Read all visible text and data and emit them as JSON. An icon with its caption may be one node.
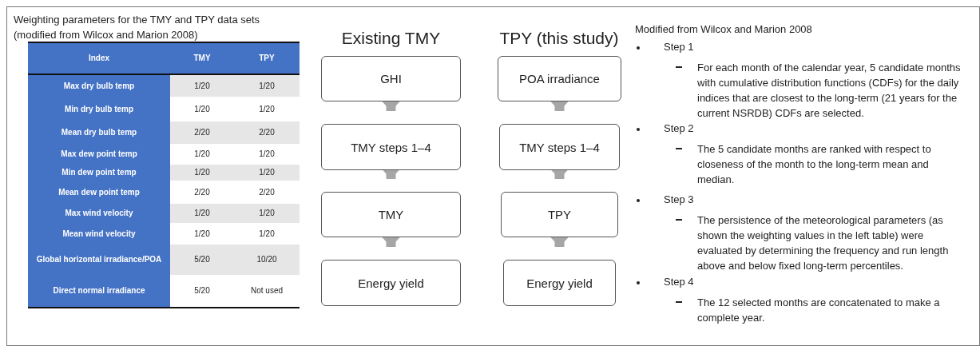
{
  "diagram": {
    "nodes": [
      {
        "text": [
          "GHI"
        ]
      },
      {
        "text": [
          "TMY steps 1–4"
        ]
      },
      {
        "text": [
          "TMY"
        ]
      },
      {
        "text": [
          "Energy yield"
        ]
      },
      {
        "text": [
          "POA irradiance"
        ]
      },
      {
        "text": [
          "TMY steps 1–4"
        ]
      },
      {
        "text": [
          "TPY"
        ]
      },
      {
        "text": [
          "Energy yield"
        ]
      }
    ],
    "edges": [
      {
        "from": 0,
        "to": 1,
        "arrow": "to"
      },
      {
        "from": 1,
        "to": 2,
        "arrow": "to"
      },
      {
        "from": 2,
        "to": 3,
        "arrow": "to"
      },
      {
        "from": 4,
        "to": 5,
        "arrow": "to"
      },
      {
        "from": 5,
        "to": 6,
        "arrow": "to"
      },
      {
        "from": 6,
        "to": 7,
        "arrow": "to"
      }
    ],
    "labels": [
      "Weighting parameters for the TMY and TPY data sets (modified from Wilcox and Marion 2008)",
      "Index",
      "TMY",
      "TPY",
      "Max dry bulb temp",
      "1/20",
      "1/20",
      "Min dry bulb temp",
      "1/20",
      "1/20",
      "Mean dry bulb temp",
      "2/20",
      "2/20",
      "Max dew point temp",
      "1/20",
      "1/20",
      "Min dew point temp",
      "1/20",
      "1/20",
      "Mean dew point temp",
      "2/20",
      "2/20",
      "Max wind velocity",
      "1/20",
      "1/20",
      "Mean wind velocity",
      "1/20",
      "1/20",
      "Global horizontal irradiance/POA",
      "5/20",
      "10/20",
      "Direct normal irradiance",
      "5/20",
      "Not used",
      "Existing TMY",
      "TPY (this study)",
      "Modified from Wilcox and Marion 2008",
      "Step 1",
      "For each month of the calendar year, 5 candidate months with cumulative distribution functions (CDFs) for the daily indices that are closest to the long-term (21 years for the current NSRDB) CDFs are selected.",
      "Step 2",
      "The 5 candidate months are ranked with respect to closeness of the month to the long-term mean and median.",
      "Step 3",
      "The persistence of the meteorological parameters (as shown the weighting values in the left table) were evaluated by determining the frequency and run length above and below fixed long-term percentiles.",
      "Step 4",
      "The 12 selected months are concatenated to make a complete year."
    ]
  }
}
